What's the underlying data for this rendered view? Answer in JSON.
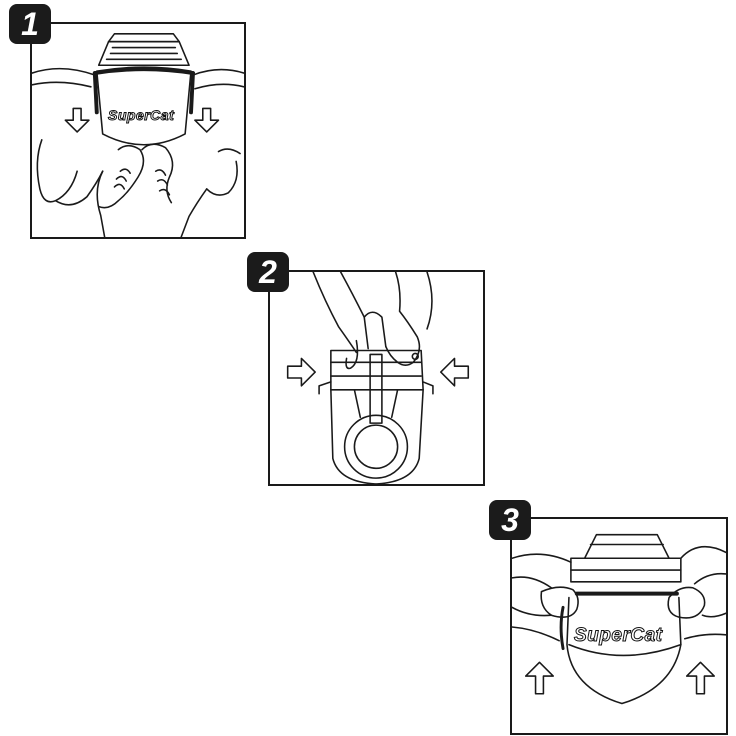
{
  "steps": [
    {
      "number": "1",
      "brand": "SuperCat"
    },
    {
      "number": "2"
    },
    {
      "number": "3",
      "brand": "SuperCat"
    }
  ],
  "colors": {
    "line": "#1a1a1a",
    "badge": "#1b1b1b",
    "background": "#ffffff"
  },
  "icons": [
    "down-arrow-icon",
    "right-arrow-icon",
    "left-arrow-icon",
    "up-arrow-icon",
    "hand-icon",
    "collar-icon"
  ]
}
